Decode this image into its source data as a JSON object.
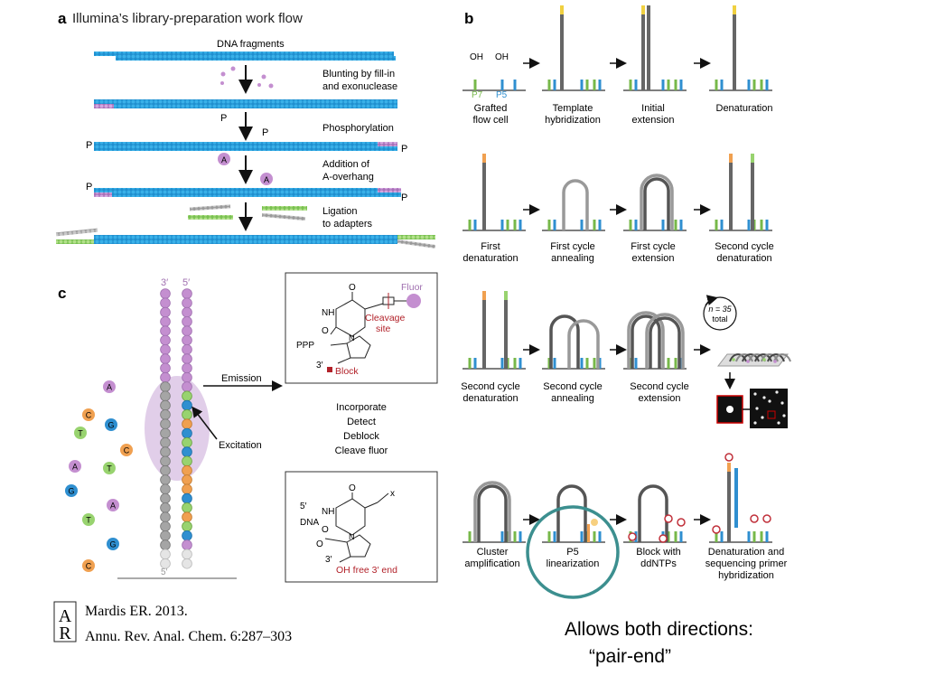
{
  "panel_a": {
    "letter": "a",
    "title": "Illumina’s library-preparation work flow",
    "labels": {
      "fragments": "DNA fragments",
      "blunting_1": "Blunting by fill-in",
      "blunting_2": "and exonuclease",
      "phosphorylation": "Phosphorylation",
      "addition_1": "Addition of",
      "addition_2": "A-overhang",
      "ligation_1": "Ligation",
      "ligation_2": "to adapters"
    },
    "p": "P",
    "a": "A"
  },
  "panel_b": {
    "letter": "b",
    "oh": "OH",
    "p7": "P7",
    "p5": "P5",
    "cluster_count": "n = 35",
    "cluster_total": "total",
    "steps": [
      {
        "l1": "Grafted",
        "l2": "flow cell"
      },
      {
        "l1": "Template",
        "l2": "hybridization"
      },
      {
        "l1": "Initial",
        "l2": "extension"
      },
      {
        "l1": "Denaturation",
        "l2": ""
      },
      {
        "l1": "First",
        "l2": "denaturation"
      },
      {
        "l1": "First cycle",
        "l2": "annealing"
      },
      {
        "l1": "First cycle",
        "l2": "extension"
      },
      {
        "l1": "Second cycle",
        "l2": "denaturation"
      },
      {
        "l1": "Second cycle",
        "l2": "denaturation"
      },
      {
        "l1": "Second cycle",
        "l2": "annealing"
      },
      {
        "l1": "Second cycle",
        "l2": "extension"
      },
      {
        "l1": "Cluster",
        "l2": "amplification"
      },
      {
        "l1": "P5",
        "l2": "linearization"
      },
      {
        "l1": "Block with",
        "l2": "ddNTPs"
      },
      {
        "l1": "Denaturation and",
        "l2": "sequencing primer",
        "l3": "hybridization"
      }
    ]
  },
  "panel_c": {
    "letter": "c",
    "three_prime": "3′",
    "five_prime": "5′",
    "emission": "Emission",
    "excitation": "Excitation",
    "fluor": "Fluor",
    "cleavage_1": "Cleavage",
    "cleavage_2": "site",
    "ppp": "PPP",
    "block": "Block",
    "nh": "NH",
    "o": "O",
    "n": "N",
    "x": "x",
    "dna": "DNA",
    "oh_free": "OH free 3′ end",
    "cycle": [
      "Incorporate",
      "Detect",
      "Deblock",
      "Cleave fluor"
    ],
    "bases": [
      "A",
      "C",
      "G",
      "T",
      "C",
      "A",
      "T",
      "G",
      "A",
      "T",
      "G",
      "C"
    ]
  },
  "citation": {
    "logo_top": "A",
    "logo_bottom": "R",
    "line1": "Mardis ER. 2013.",
    "line2": "Annu. Rev. Anal. Chem. 6:287–303"
  },
  "note": {
    "line1": "Allows both directions:",
    "line2": "“pair-end”"
  },
  "colors": {
    "dna_blue": "#2aa3dc",
    "adapter_purple": "#c48fd0",
    "adapter_green": "#98d36f",
    "gray": "#9a9a9a",
    "dark_gray": "#5a5a5a",
    "orange": "#f0a050",
    "teal_circle": "#3c8f8f",
    "red": "#b2222a",
    "p7_green": "#77b84a",
    "p5_blue": "#2f8fd0"
  }
}
